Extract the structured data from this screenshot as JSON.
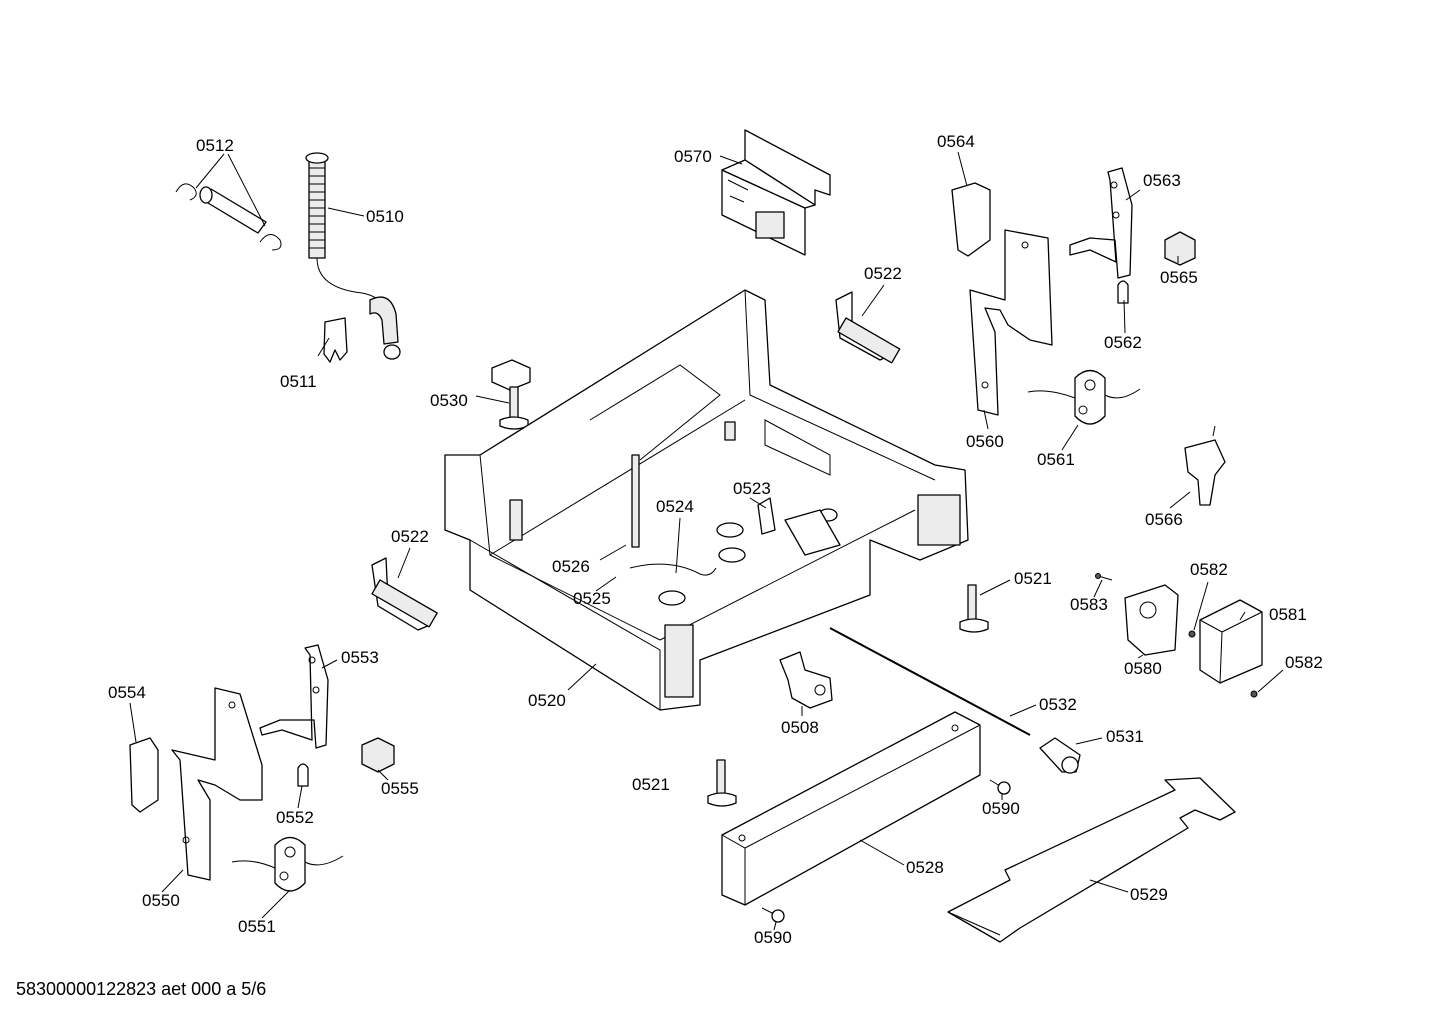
{
  "labels": {
    "p0512": "0512",
    "p0510": "0510",
    "p0511": "0511",
    "p0570": "0570",
    "p0564": "0564",
    "p0563": "0563",
    "p0565": "0565",
    "p0522a": "0522",
    "p0562": "0562",
    "p0530": "0530",
    "p0560": "0560",
    "p0561": "0561",
    "p0523": "0523",
    "p0524": "0524",
    "p0522b": "0522",
    "p0526": "0526",
    "p0566": "0566",
    "p0525": "0525",
    "p0521a": "0521",
    "p0583": "0583",
    "p0582a": "0582",
    "p0581": "0581",
    "p0553": "0553",
    "p0580": "0580",
    "p0582b": "0582",
    "p0554": "0554",
    "p0520": "0520",
    "p0508": "0508",
    "p0532": "0532",
    "p0531": "0531",
    "p0555": "0555",
    "p0521b": "0521",
    "p0552": "0552",
    "p0590a": "0590",
    "p0528": "0528",
    "p0550": "0550",
    "p0529": "0529",
    "p0551": "0551",
    "p0590b": "0590"
  },
  "footer": "58300000122823 aet 000 a 5/6"
}
